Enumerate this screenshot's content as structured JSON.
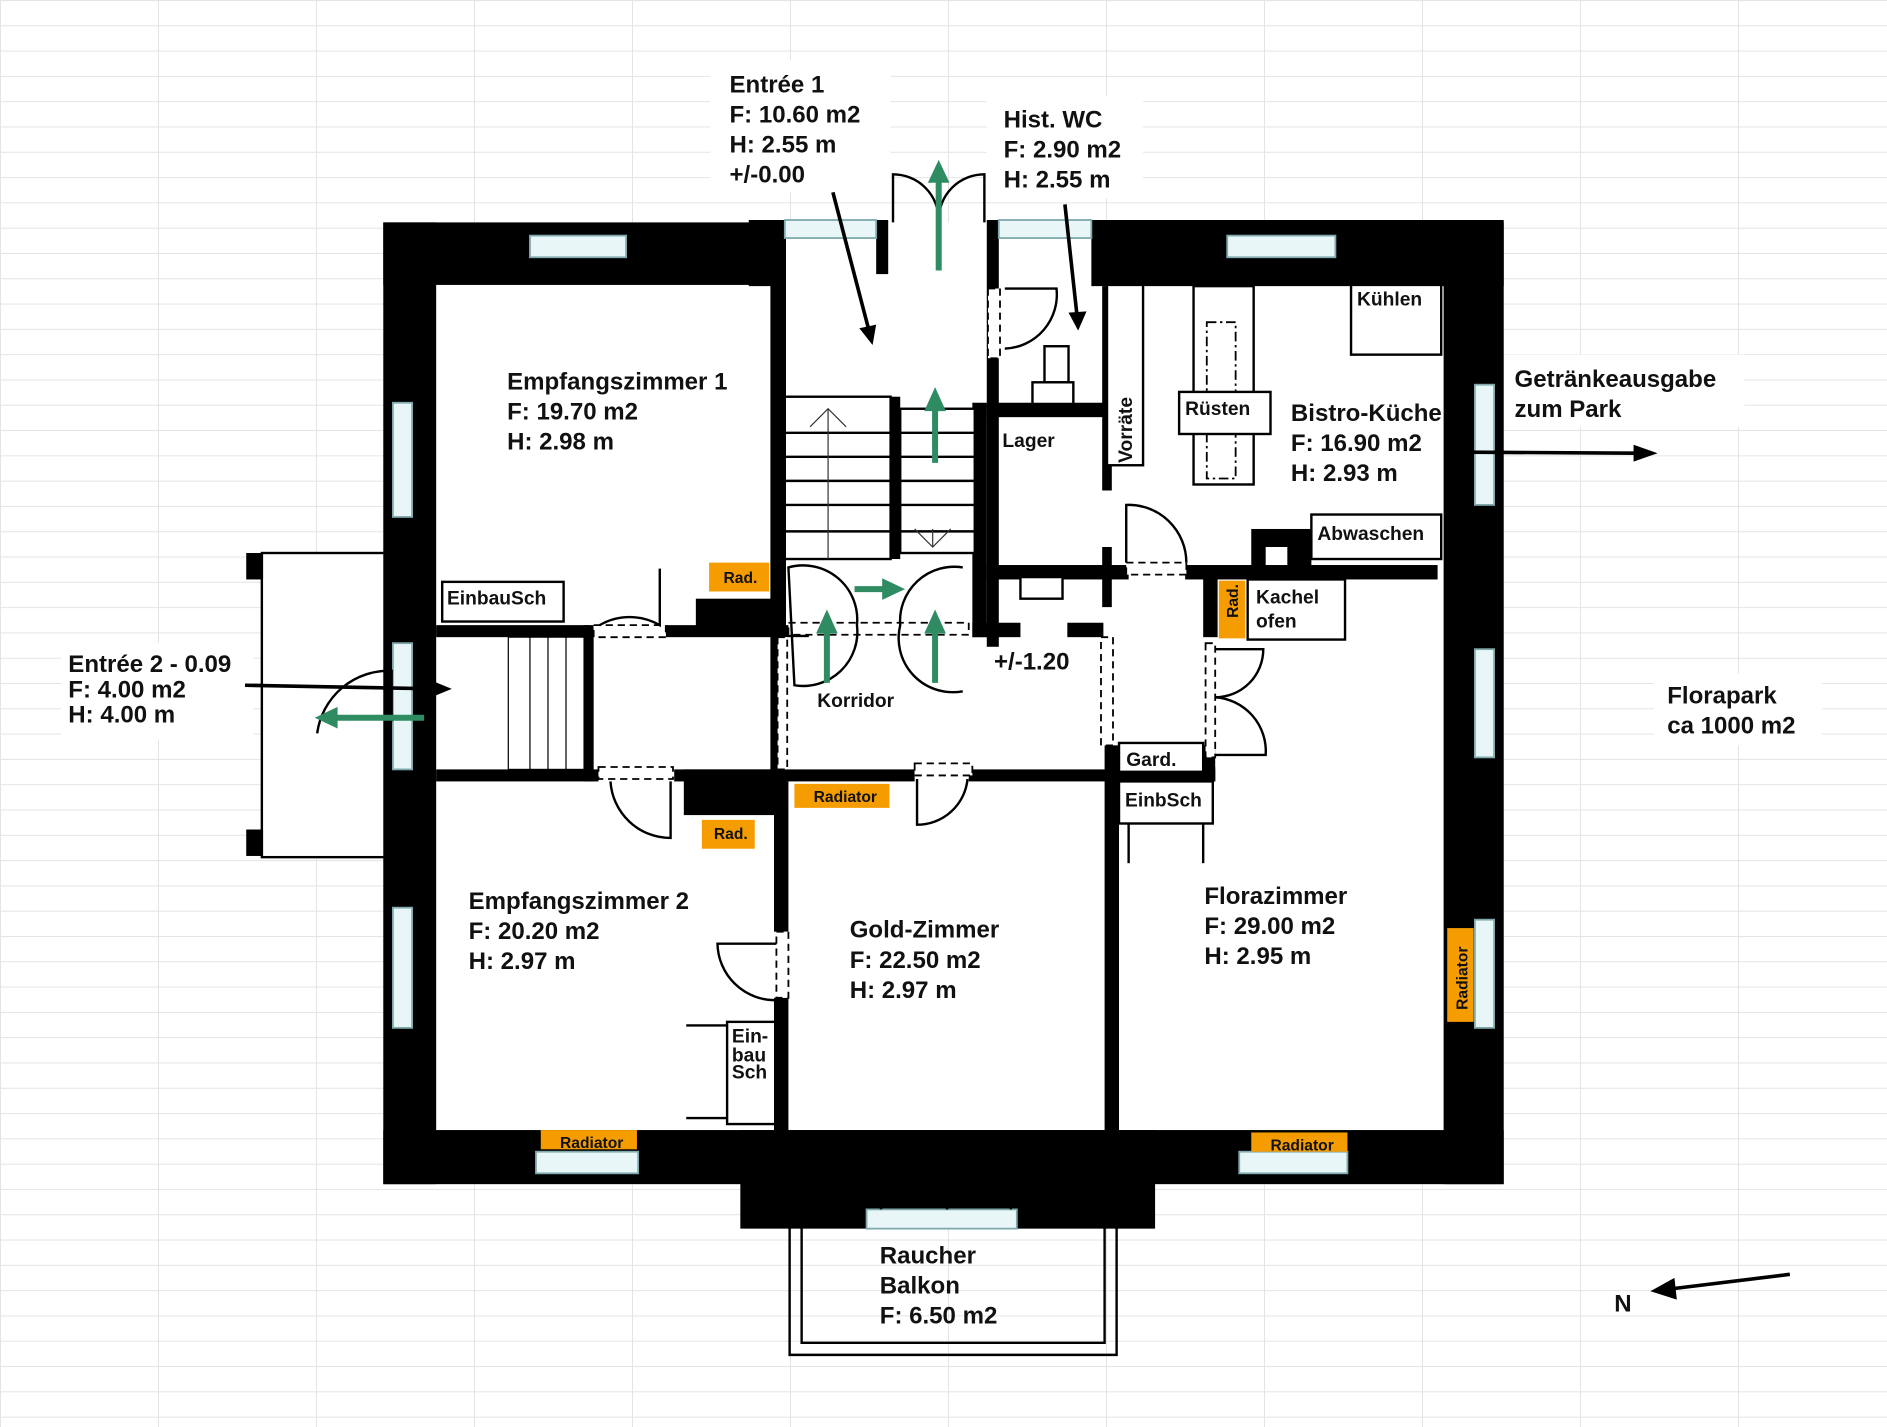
{
  "rooms": {
    "entree1": {
      "name": "Entrée 1",
      "area": "F: 10.60 m2",
      "height": "H: 2.55 m",
      "level": "+/-0.00"
    },
    "hist_wc": {
      "name": "Hist. WC",
      "area": "F: 2.90 m2",
      "height": "H: 2.55 m"
    },
    "empfang1": {
      "name": "Empfangszimmer 1",
      "area": "F: 19.70 m2",
      "height": "H: 2.98 m"
    },
    "bistro": {
      "name": "Bistro-Küche",
      "area": "F: 16.90 m2",
      "height": "H: 2.93 m"
    },
    "entree2": {
      "name": "Entrée 2 - 0.09",
      "area": "F: 4.00 m2",
      "height": "H: 4.00 m"
    },
    "empfang2": {
      "name": "Empfangszimmer 2",
      "area": "F: 20.20 m2",
      "height": "H: 2.97 m"
    },
    "gold": {
      "name": "Gold-Zimmer",
      "area": "F: 22.50 m2",
      "height": "H: 2.97 m"
    },
    "flora": {
      "name": "Florazimmer",
      "area": "F: 29.00 m2",
      "height": "H: 2.95 m"
    },
    "balkon": {
      "line1": "Raucher",
      "line2": "Balkon",
      "area": "F: 6.50 m2"
    }
  },
  "labels": {
    "getraenke1": "Getränkeausgabe",
    "getraenke2": "zum Park",
    "kuehlen": "Kühlen",
    "ruesten": "Rüsten",
    "vorraete": "Vorräte",
    "lager": "Lager",
    "abwaschen": "Abwaschen",
    "kachel1": "Kachel",
    "kachel2": "ofen",
    "einbausch": "EinbauSch",
    "korridor": "Korridor",
    "level2": "+/-1.20",
    "gard": "Gard.",
    "einbsch": "EinbSch",
    "florapark1": "Florapark",
    "florapark2": "ca 1000 m2",
    "einbau1": "Ein-",
    "einbau2": "bau",
    "einbau3": "Sch",
    "north": "N"
  },
  "radiators": {
    "rad_label": "Rad.",
    "radiator_label": "Radiator"
  },
  "colors": {
    "wall": "#000000",
    "radiator": "#f59c00",
    "exit_arrow": "#2e8b62",
    "window": "#e8f6f7"
  }
}
